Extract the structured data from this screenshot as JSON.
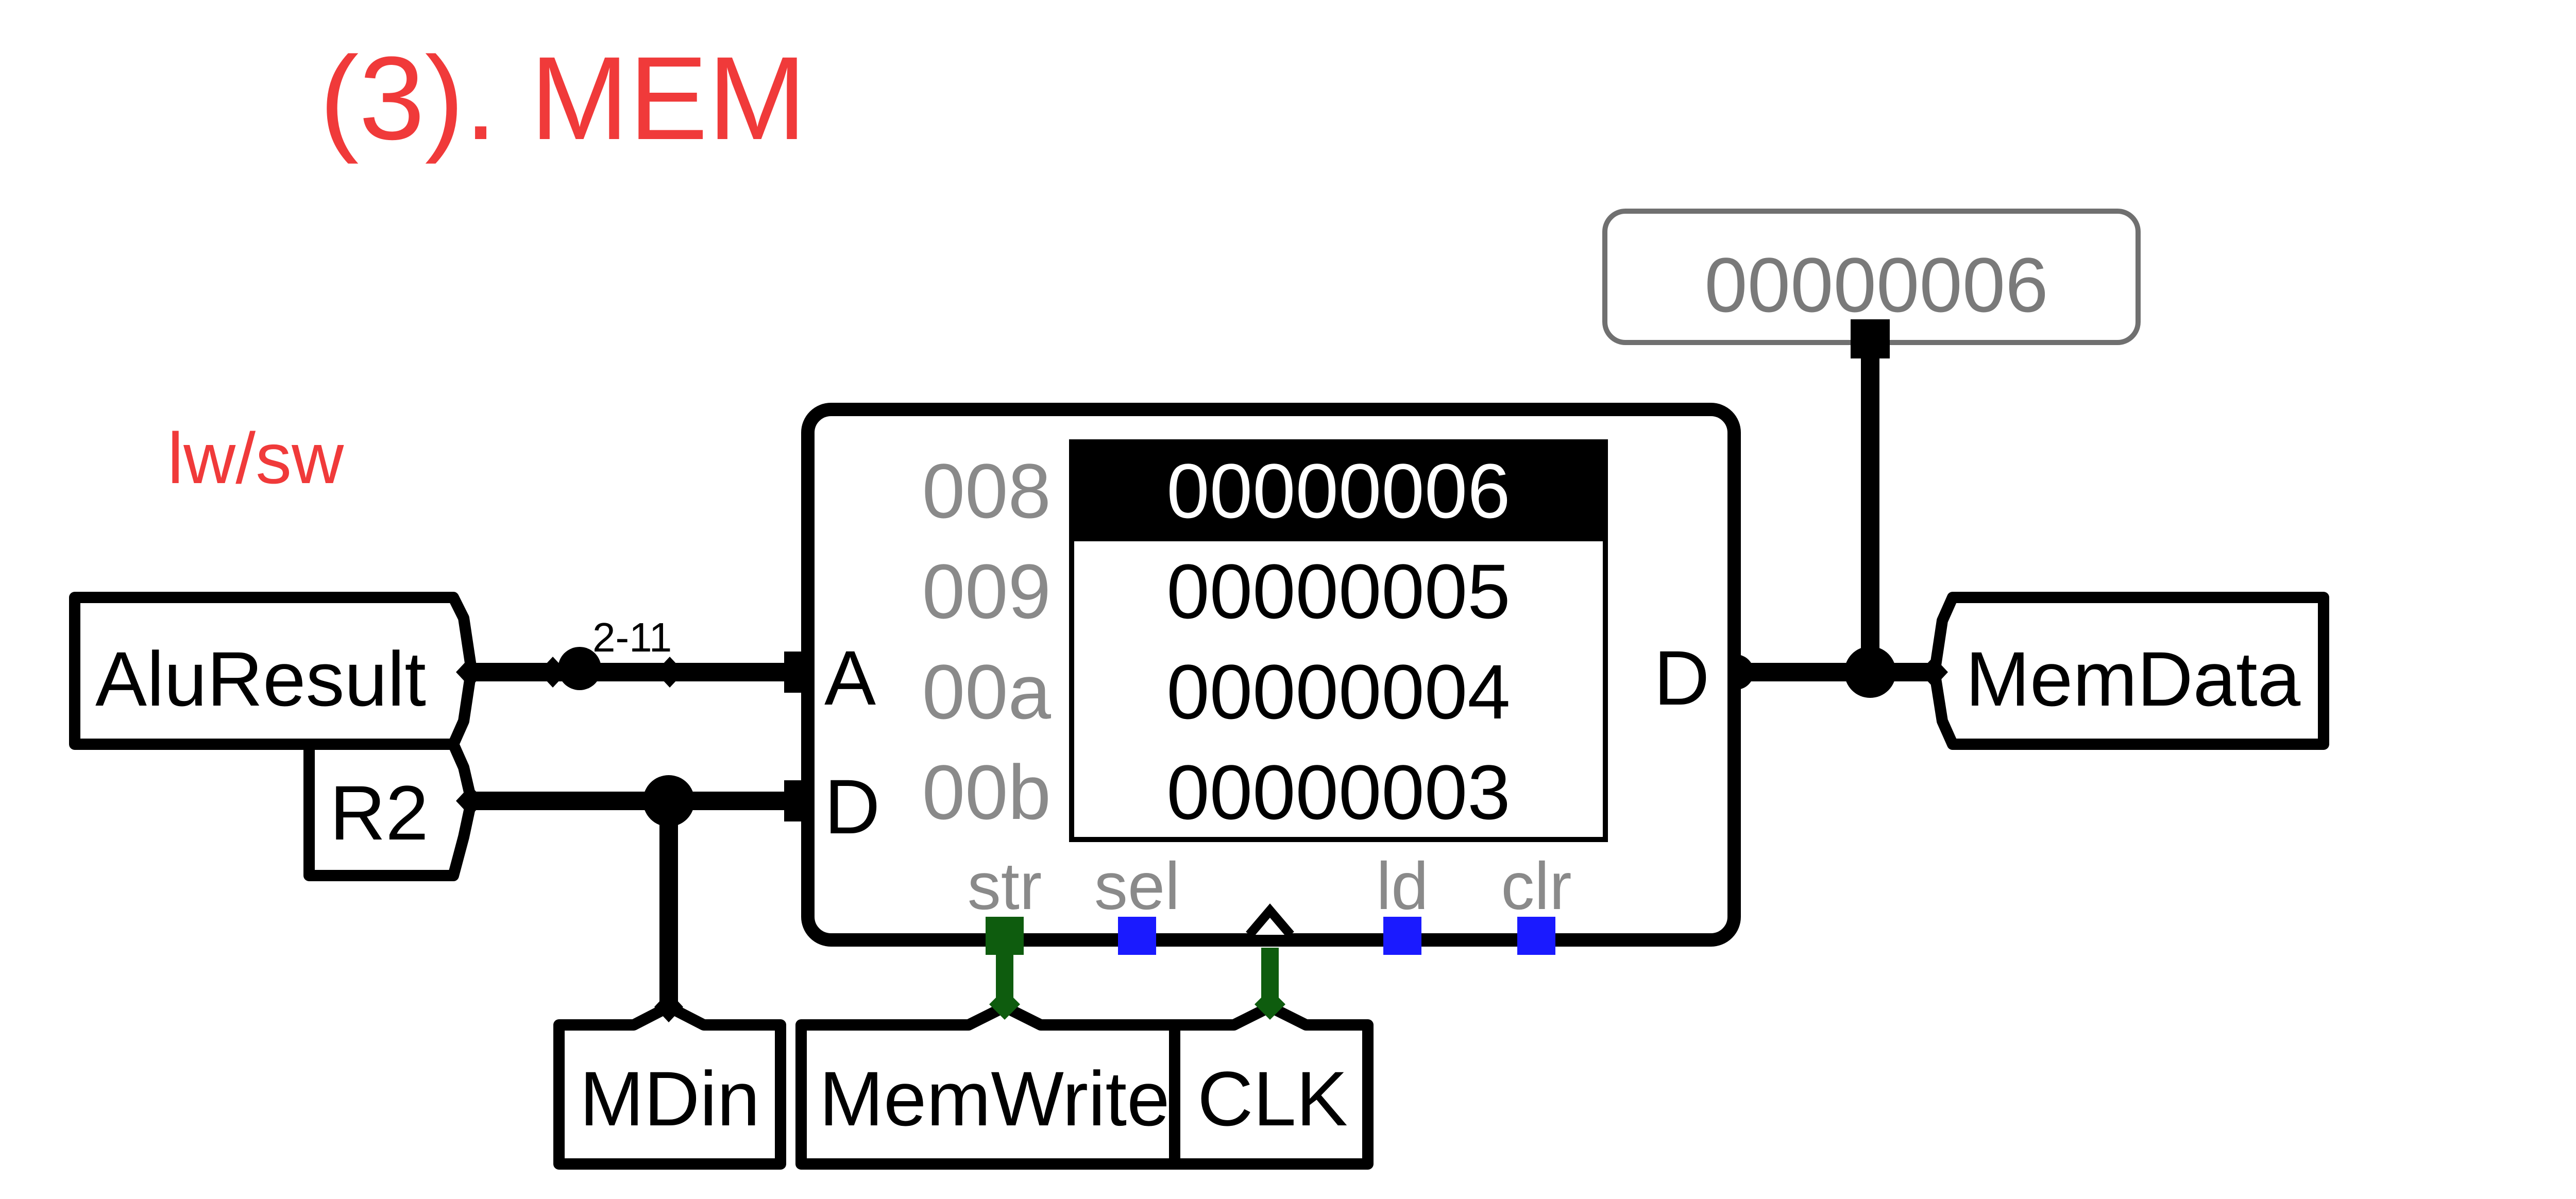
{
  "title": "(3). MEM",
  "subtitle": "lw/sw",
  "colors": {
    "title_red": "#f03a3a",
    "wire": "#000000",
    "control_green": "#0e5c0e",
    "pin_blue": "#1a1aff",
    "addr_gray": "#8a8a8a",
    "probe_border": "#707070"
  },
  "labels": {
    "alu_result": "AluResult",
    "r2": "R2",
    "mdin": "MDin",
    "mem_write": "MemWrite",
    "clk": "CLK",
    "mem_data": "MemData",
    "splitter_range": "2-11"
  },
  "probe": {
    "value": "00000006"
  },
  "memory": {
    "ports": {
      "a": "A",
      "d_in": "D",
      "d_out": "D",
      "str": "str",
      "sel": "sel",
      "ld": "ld",
      "clr": "clr"
    },
    "rows": [
      {
        "addr": "008",
        "value": "00000006",
        "highlighted": true
      },
      {
        "addr": "009",
        "value": "00000005",
        "highlighted": false
      },
      {
        "addr": "00a",
        "value": "00000004",
        "highlighted": false
      },
      {
        "addr": "00b",
        "value": "00000003",
        "highlighted": false
      }
    ]
  }
}
